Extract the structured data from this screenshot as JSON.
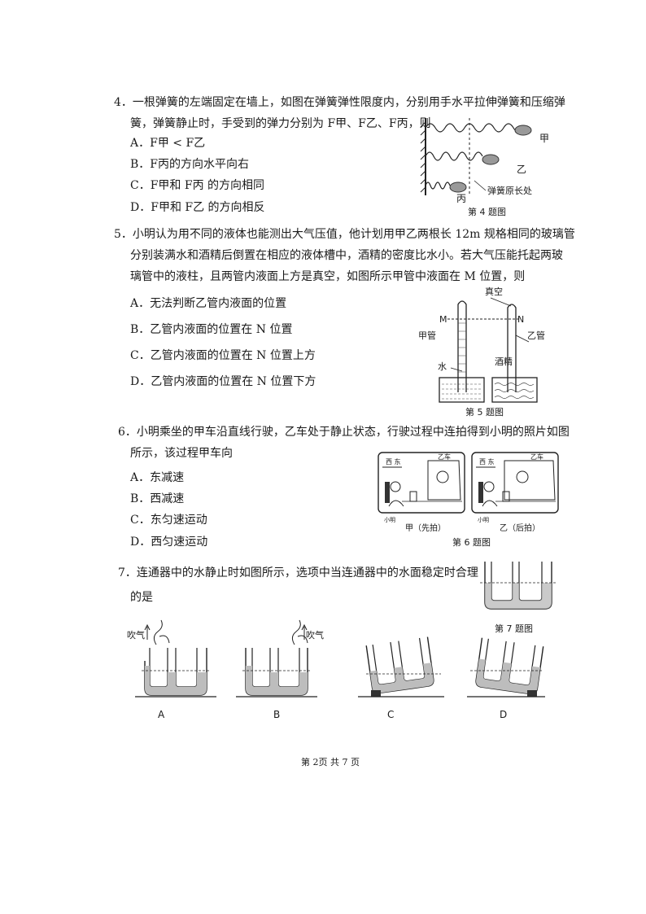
{
  "q4": {
    "line1": "4．一根弹簧的左端固定在墙上，如图在弹簧弹性限度内，分别用手水平拉伸弹簧和压缩弹",
    "line2": "簧，弹簧静止时，手受到的弹力分别为 F甲、F乙、F丙，则",
    "options": [
      "A．F甲 < F乙",
      "B．F丙的方向水平向右",
      "C．F甲和 F丙 的方向相同",
      "D．F甲和 F乙 的方向相反"
    ],
    "fig": {
      "label_jia": "甲",
      "label_yi": "乙",
      "label_bing": "丙",
      "label_origin": "弹簧原长处",
      "caption": "第 4 题图"
    }
  },
  "q5": {
    "line1": "5．小明认为用不同的液体也能测出大气压值，他计划用甲乙两根长 12m 规格相同的玻璃管",
    "line2": "分别装满水和酒精后倒置在相应的液体槽中，酒精的密度比水小。若大气压能托起两玻",
    "line3": "璃管中的液柱，且两管内液面上方是真空，如图所示甲管中液面在 M 位置，则",
    "options": [
      "A．无法判断乙管内液面的位置",
      "B．乙管内液面的位置在 N 位置",
      "C．乙管内液面的位置在 N 位置上方",
      "D．乙管内液面的位置在 N 位置下方"
    ],
    "fig": {
      "vacuum": "真空",
      "M": "M",
      "N": "N",
      "tube_jia": "甲管",
      "tube_yi": "乙管",
      "water": "水",
      "alcohol": "酒精",
      "caption": "第 5 题图"
    }
  },
  "q6": {
    "line1": "6．小明乘坐的甲车沿直线行驶，乙车处于静止状态，行驶过程中连拍得到小明的照片如图",
    "line2": "所示，该过程甲车向",
    "options": [
      "A．东减速",
      "B．西减速",
      "C．东匀速运动",
      "D．西匀速运动"
    ],
    "fig": {
      "west_east": "西 东",
      "car_yi": "乙车",
      "xiaoming": "小明",
      "sub1": "甲（先拍）",
      "sub2": "乙（后拍）",
      "caption": "第 6 题图"
    }
  },
  "q7": {
    "line1": "7．连通器中的水静止时如图所示，选项中当连通器中的水面稳定时合理",
    "line2": "的是",
    "fig": {
      "blow": "吹气",
      "caption": "第 7 题图"
    },
    "option_labels": [
      "A",
      "B",
      "C",
      "D"
    ]
  },
  "footer": "第 2页 共 7 页"
}
